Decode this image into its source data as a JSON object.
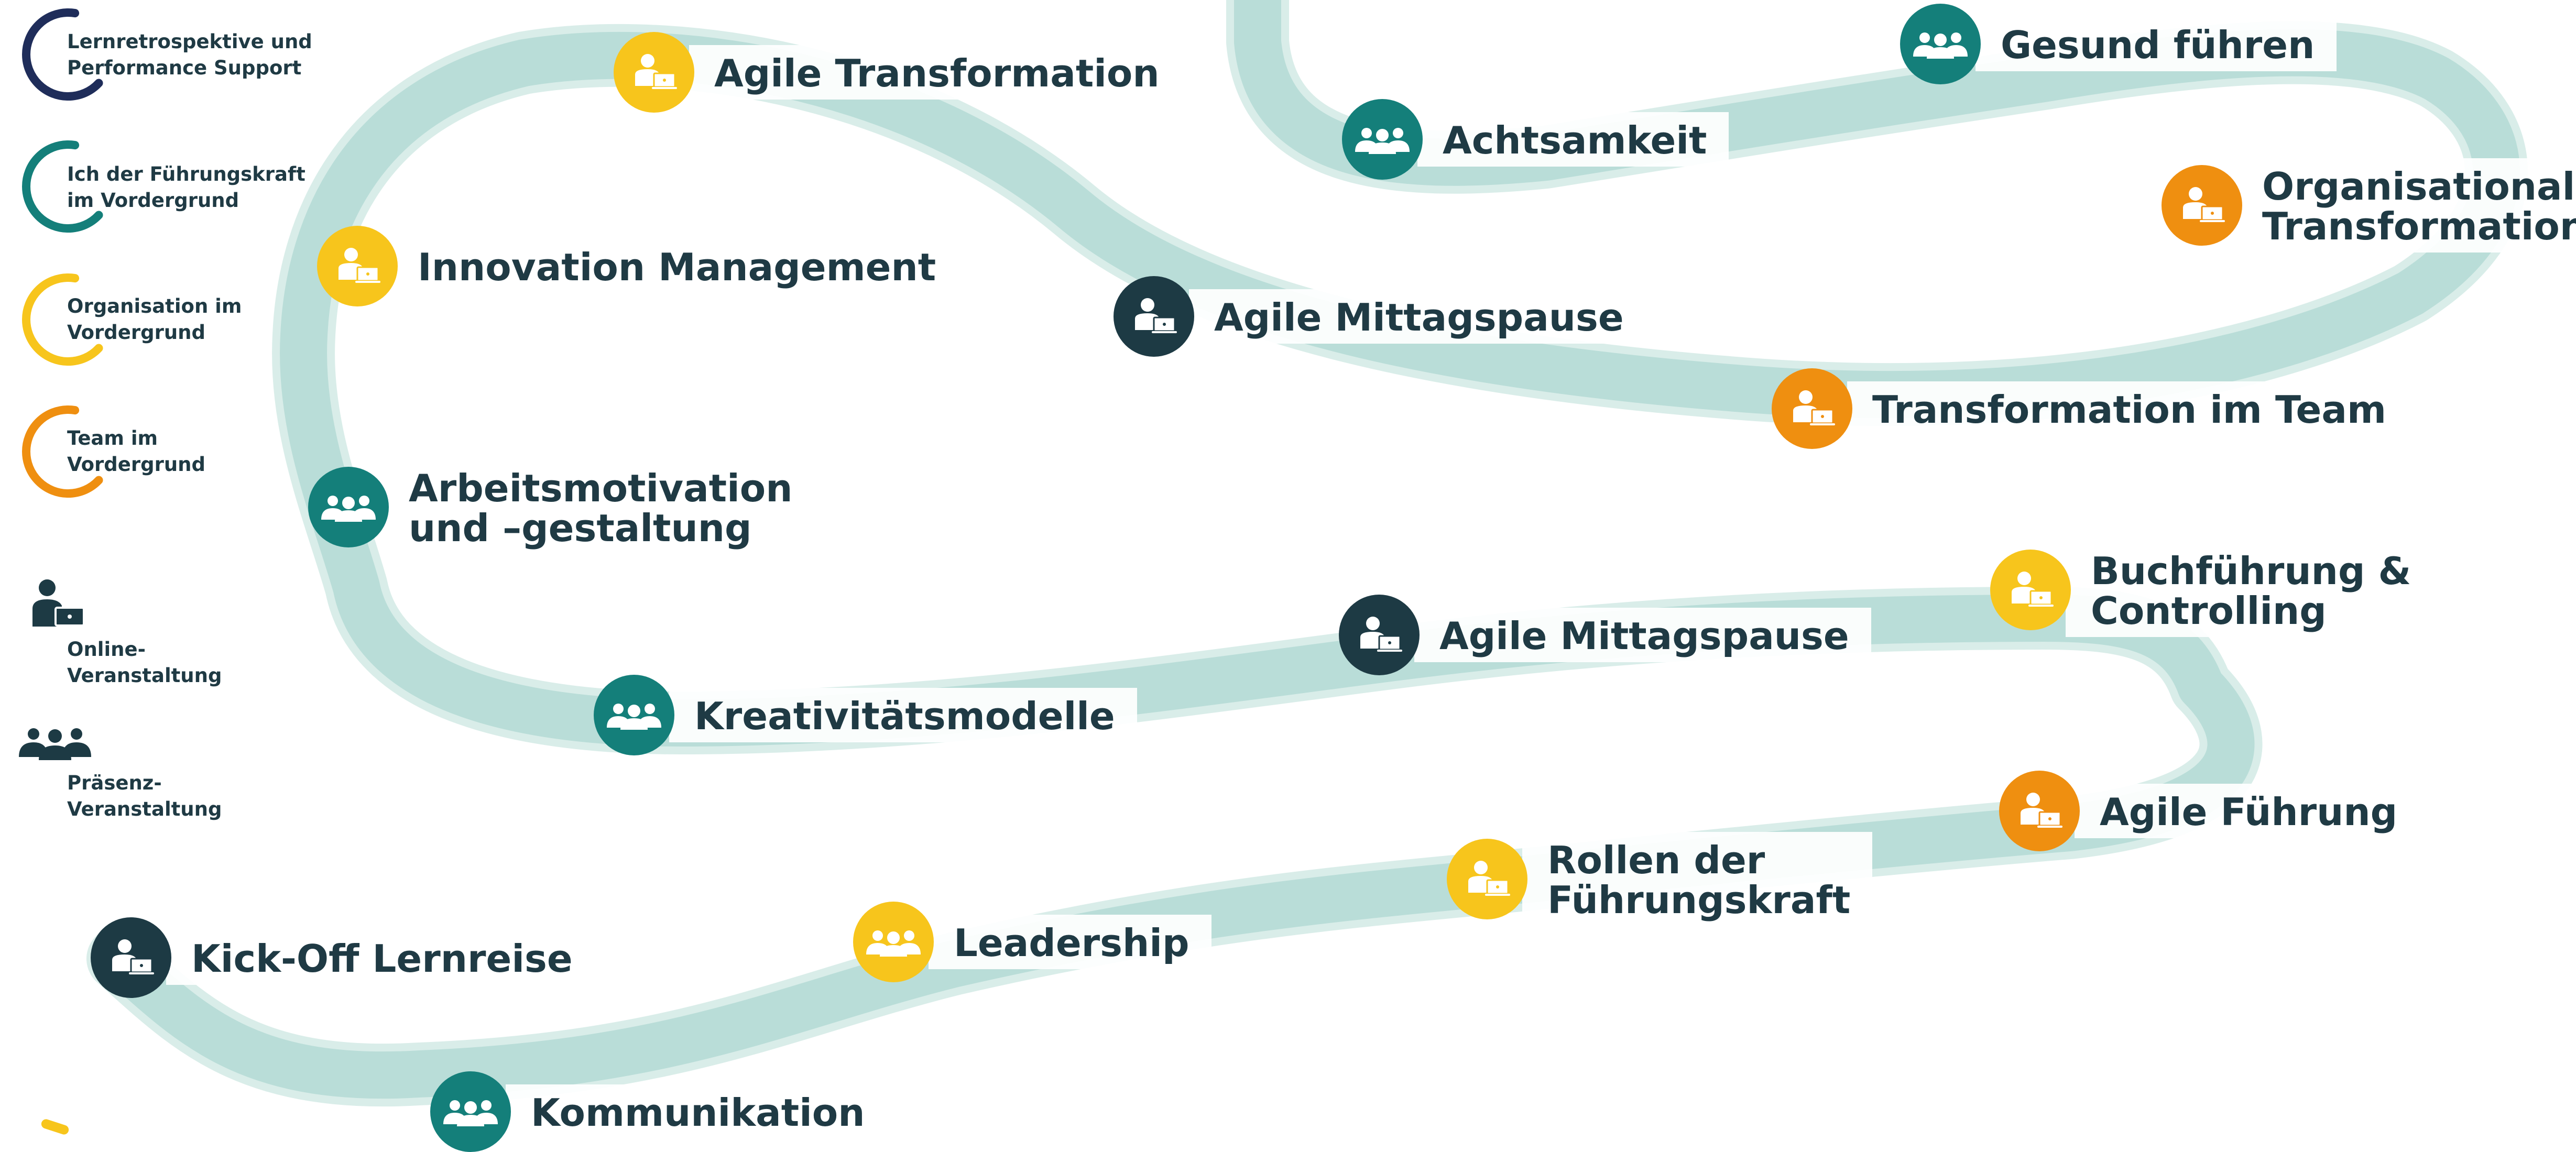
{
  "colors": {
    "path": "#b9ddd8",
    "text": "#1f3a44",
    "dark": "#1d3a44",
    "teal": "#147f7a",
    "yellow": "#f7c51c",
    "orange": "#ef8f10"
  },
  "legend": {
    "categories": [
      {
        "line1": "Lernretrospektive und",
        "line2": "Performance Support",
        "color": "#1f2d5a"
      },
      {
        "line1": "Ich der Führungskraft",
        "line2": "im Vordergrund",
        "color": "#147f7a"
      },
      {
        "line1": "Organisation im",
        "line2": "Vordergrund",
        "color": "#f7c51c"
      },
      {
        "line1": "Team im",
        "line2": "Vordergrund",
        "color": "#ef8f10"
      }
    ],
    "formats": [
      {
        "icon": "online-person-laptop-icon",
        "line1": "Online-",
        "line2": "Veranstaltung"
      },
      {
        "icon": "group-people-icon",
        "line1": "Präsenz-",
        "line2": "Veranstaltung"
      }
    ]
  },
  "nodes": [
    {
      "name": "node-kick-off-lernreise",
      "color": "dark",
      "icon": "online",
      "lines": [
        "Kick-Off Lernreise"
      ]
    },
    {
      "name": "node-kommunikation",
      "color": "teal",
      "icon": "group",
      "lines": [
        "Kommunikation"
      ]
    },
    {
      "name": "node-leadership",
      "color": "yellow",
      "icon": "group",
      "lines": [
        "Leadership"
      ]
    },
    {
      "name": "node-rollen-der-fuehrungskraft",
      "color": "yellow",
      "icon": "online",
      "lines": [
        "Rollen der",
        "Führungskraft"
      ]
    },
    {
      "name": "node-agile-fuehrung",
      "color": "orange",
      "icon": "online",
      "lines": [
        "Agile Führung"
      ]
    },
    {
      "name": "node-buchfuehrung-controlling",
      "color": "yellow",
      "icon": "online",
      "lines": [
        "Buchführung &",
        "Controlling"
      ]
    },
    {
      "name": "node-agile-mittagspause-2",
      "color": "dark",
      "icon": "online",
      "lines": [
        "Agile Mittagspause"
      ]
    },
    {
      "name": "node-kreativitaetsmodelle",
      "color": "teal",
      "icon": "group",
      "lines": [
        "Kreativitätsmodelle"
      ]
    },
    {
      "name": "node-arbeitsmotivation",
      "color": "teal",
      "icon": "group",
      "lines": [
        "Arbeitsmotivation",
        "und –gestaltung"
      ]
    },
    {
      "name": "node-innovation-management",
      "color": "yellow",
      "icon": "online",
      "lines": [
        "Innovation Management"
      ]
    },
    {
      "name": "node-agile-transformation",
      "color": "yellow",
      "icon": "online",
      "lines": [
        "Agile Transformation"
      ]
    },
    {
      "name": "node-agile-mittagspause-1",
      "color": "dark",
      "icon": "online",
      "lines": [
        "Agile Mittagspause"
      ]
    },
    {
      "name": "node-transformation-im-team",
      "color": "orange",
      "icon": "online",
      "lines": [
        "Transformation im Team"
      ]
    },
    {
      "name": "node-organisationale-transformation",
      "color": "orange",
      "icon": "online",
      "lines": [
        "Organisationale",
        "Transformation"
      ]
    },
    {
      "name": "node-gesund-fuehren",
      "color": "teal",
      "icon": "group",
      "lines": [
        "Gesund führen"
      ]
    },
    {
      "name": "node-achtsamkeit",
      "color": "teal",
      "icon": "group",
      "lines": [
        "Achtsamkeit"
      ]
    }
  ]
}
